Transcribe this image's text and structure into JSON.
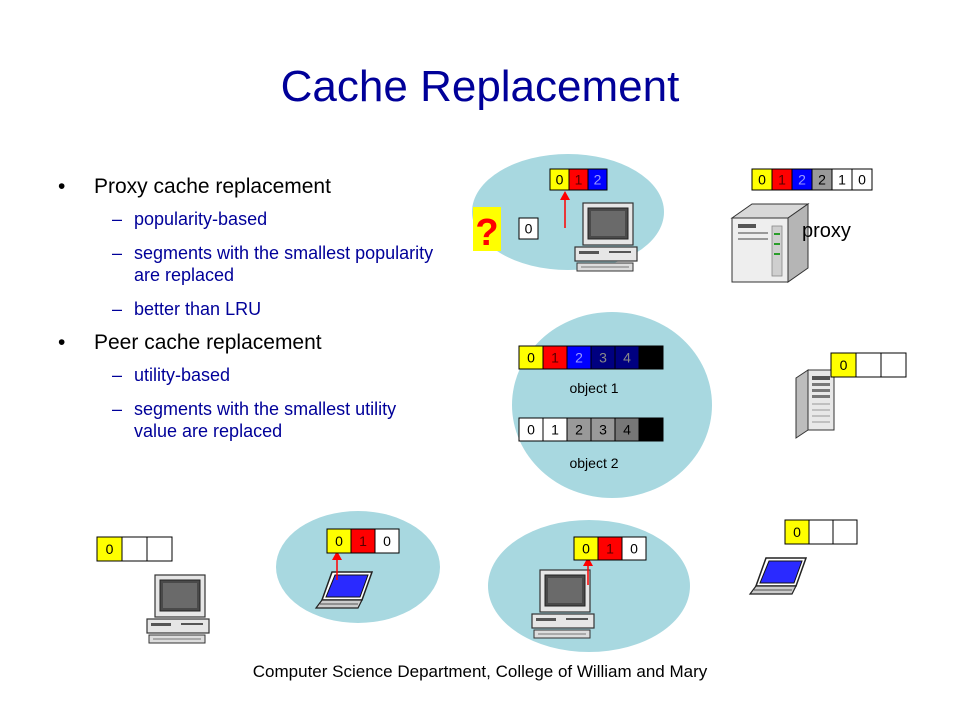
{
  "title": "Cache Replacement",
  "bullets": [
    {
      "text": "Proxy cache replacement",
      "subs": [
        "popularity-based",
        "segments with the smallest popularity are replaced",
        "better than LRU"
      ]
    },
    {
      "text": "Peer cache replacement",
      "subs": [
        "utility-based",
        "segments with the smallest utility value are replaced"
      ]
    }
  ],
  "bullet_glyph": "•",
  "dash_glyph": "–",
  "footer": "Computer Science Department, College of William and Mary",
  "labels": {
    "proxy": "proxy",
    "question": "?",
    "object1": "object 1",
    "object2": "object 2"
  },
  "colors": {
    "yellow": "#ffff00",
    "red": "#ff0000",
    "blue": "#0000ff",
    "navy": "#000080",
    "gray": "#999999",
    "dim_gray": "#777777",
    "black": "#000000",
    "white": "#ffffff",
    "cluster": "#a8d8e0",
    "question": "#ffff00"
  },
  "cache_arrays": [
    {
      "id": "top-peer",
      "cells": [
        {
          "v": "0",
          "c": "yellow"
        },
        {
          "v": "1",
          "c": "red"
        },
        {
          "v": "2",
          "c": "blue"
        }
      ]
    },
    {
      "id": "top-peer-small",
      "cells": [
        {
          "v": "0",
          "c": "white"
        }
      ]
    },
    {
      "id": "proxy",
      "cells": [
        {
          "v": "0",
          "c": "yellow"
        },
        {
          "v": "1",
          "c": "red"
        },
        {
          "v": "2",
          "c": "blue"
        },
        {
          "v": "2",
          "c": "gray"
        },
        {
          "v": "1",
          "c": "white"
        },
        {
          "v": "0",
          "c": "white"
        }
      ]
    },
    {
      "id": "object1",
      "cells": [
        {
          "v": "0",
          "c": "yellow"
        },
        {
          "v": "1",
          "c": "red"
        },
        {
          "v": "2",
          "c": "blue"
        },
        {
          "v": "3",
          "c": "navy"
        },
        {
          "v": "4",
          "c": "navy"
        },
        {
          "v": "",
          "c": "black"
        }
      ]
    },
    {
      "id": "object2",
      "cells": [
        {
          "v": "0",
          "c": "white"
        },
        {
          "v": "1",
          "c": "white"
        },
        {
          "v": "2",
          "c": "gray"
        },
        {
          "v": "3",
          "c": "gray"
        },
        {
          "v": "4",
          "c": "dim_gray"
        },
        {
          "v": "",
          "c": "black"
        }
      ]
    },
    {
      "id": "right-server",
      "cells": [
        {
          "v": "0",
          "c": "yellow"
        },
        {
          "v": "",
          "c": "white"
        },
        {
          "v": "",
          "c": "white"
        }
      ]
    },
    {
      "id": "bottom-left",
      "cells": [
        {
          "v": "0",
          "c": "yellow"
        },
        {
          "v": "",
          "c": "white"
        },
        {
          "v": "",
          "c": "white"
        }
      ]
    },
    {
      "id": "bottom-laptop1",
      "cells": [
        {
          "v": "0",
          "c": "yellow"
        },
        {
          "v": "1",
          "c": "red"
        },
        {
          "v": "0",
          "c": "white"
        }
      ]
    },
    {
      "id": "bottom-desktop",
      "cells": [
        {
          "v": "0",
          "c": "yellow"
        },
        {
          "v": "1",
          "c": "red"
        },
        {
          "v": "0",
          "c": "white"
        }
      ]
    },
    {
      "id": "bottom-laptop2",
      "cells": [
        {
          "v": "0",
          "c": "yellow"
        },
        {
          "v": "",
          "c": "white"
        },
        {
          "v": "",
          "c": "white"
        }
      ]
    }
  ]
}
